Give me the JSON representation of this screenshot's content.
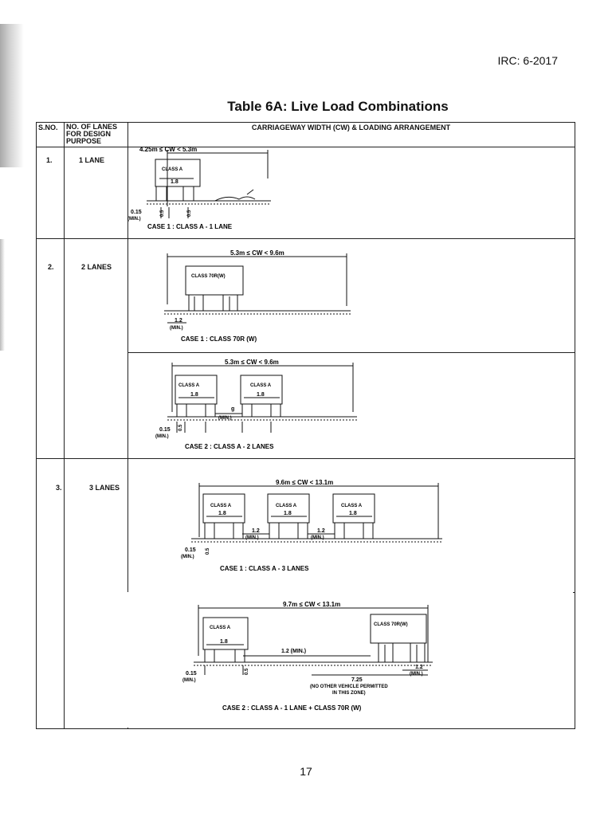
{
  "header": {
    "doc_code": "IRC: 6-2017"
  },
  "title": "Table 6A: Live Load Combinations",
  "table": {
    "columns": [
      "S.NO.",
      "NO. OF LANES FOR DESIGN PURPOSE",
      "CARRIAGEWAY WIDTH (CW) & LOADING ARRANGEMENT"
    ],
    "rows": [
      {
        "sno": "1.",
        "lanes": "1 LANE",
        "cases": [
          {
            "cw_range": "4.25m ≤ CW < 5.3m",
            "vehicles": [
              "CLASS A"
            ],
            "dims": [
              "1.8",
              "0.15",
              "(MIN.)",
              "0.5",
              "0.5"
            ],
            "caption": "CASE 1 : CLASS A - 1 LANE"
          }
        ]
      },
      {
        "sno": "2.",
        "lanes": "2 LANES",
        "cases": [
          {
            "cw_range": "5.3m ≤ CW < 9.6m",
            "vehicles": [
              "CLASS 70R(W)"
            ],
            "dims": [
              "1.2",
              "(MIN.)"
            ],
            "caption": "CASE 1 : CLASS 70R (W)"
          },
          {
            "cw_range": "5.3m ≤ CW < 9.6m",
            "vehicles": [
              "CLASS A",
              "CLASS A"
            ],
            "dims": [
              "1.8",
              "1.8",
              "g",
              "(MIN.)",
              "0.15",
              "(MIN.)",
              "0.5"
            ],
            "caption": "CASE 2 : CLASS A - 2 LANES"
          }
        ]
      },
      {
        "sno": "3.",
        "lanes": "3 LANES",
        "cases": [
          {
            "cw_range": "9.6m ≤ CW < 13.1m",
            "vehicles": [
              "CLASS A",
              "CLASS A",
              "CLASS A"
            ],
            "dims": [
              "1.8",
              "1.8",
              "1.8",
              "1.2",
              "(MIN.)",
              "1.2",
              "(MIN.)",
              "0.15",
              "(MIN.)",
              "0.5"
            ],
            "caption": "CASE 1 : CLASS A - 3 LANES"
          },
          {
            "cw_range": "9.7m ≤ CW < 13.1m",
            "vehicles": [
              "CLASS A",
              "CLASS 70R(W)"
            ],
            "dims": [
              "1.8",
              "1.2 (MIN.)",
              "0.15",
              "(MIN.)",
              "0.5",
              "1.2",
              "(MIN.)",
              "7.25"
            ],
            "note_line1": "(NO OTHER VEHICLE PERMITTED",
            "note_line2": "IN THIS ZONE)",
            "caption": "CASE 2 : CLASS A - 1 LANE + CLASS 70R (W)"
          }
        ]
      }
    ]
  },
  "footer": {
    "page_number": "17"
  }
}
